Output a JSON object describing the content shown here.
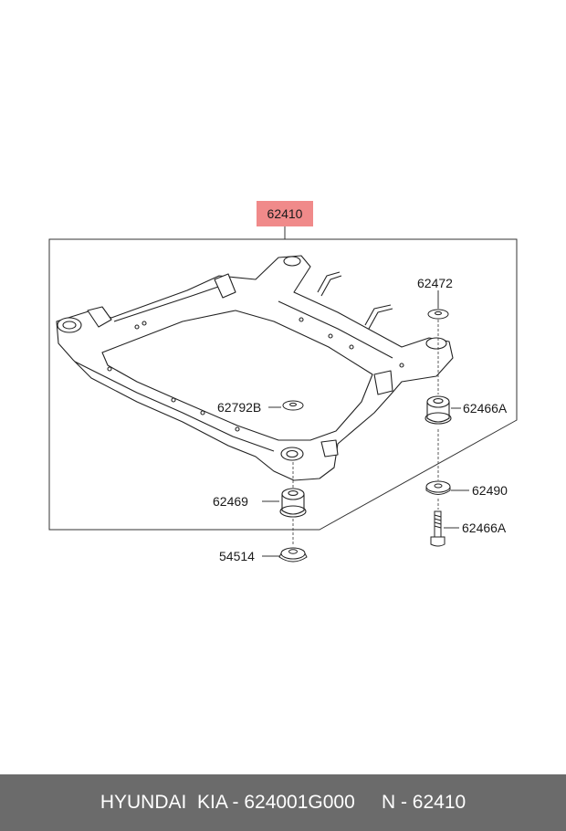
{
  "diagram": {
    "main_part": {
      "number": "62410",
      "highlight_color": "#f08a8a"
    },
    "callouts": [
      {
        "id": "62472",
        "label": "62472"
      },
      {
        "id": "62466A-right",
        "label": "62466A"
      },
      {
        "id": "62792B",
        "label": "62792B"
      },
      {
        "id": "62490",
        "label": "62490"
      },
      {
        "id": "62466A-left",
        "label": "62466A"
      },
      {
        "id": "62469",
        "label": "62469"
      },
      {
        "id": "54514",
        "label": "54514"
      }
    ]
  },
  "footer": {
    "text": "HYUNDAI  KIA - 624001G000     N - 62410",
    "background": "#6b6b6b"
  }
}
